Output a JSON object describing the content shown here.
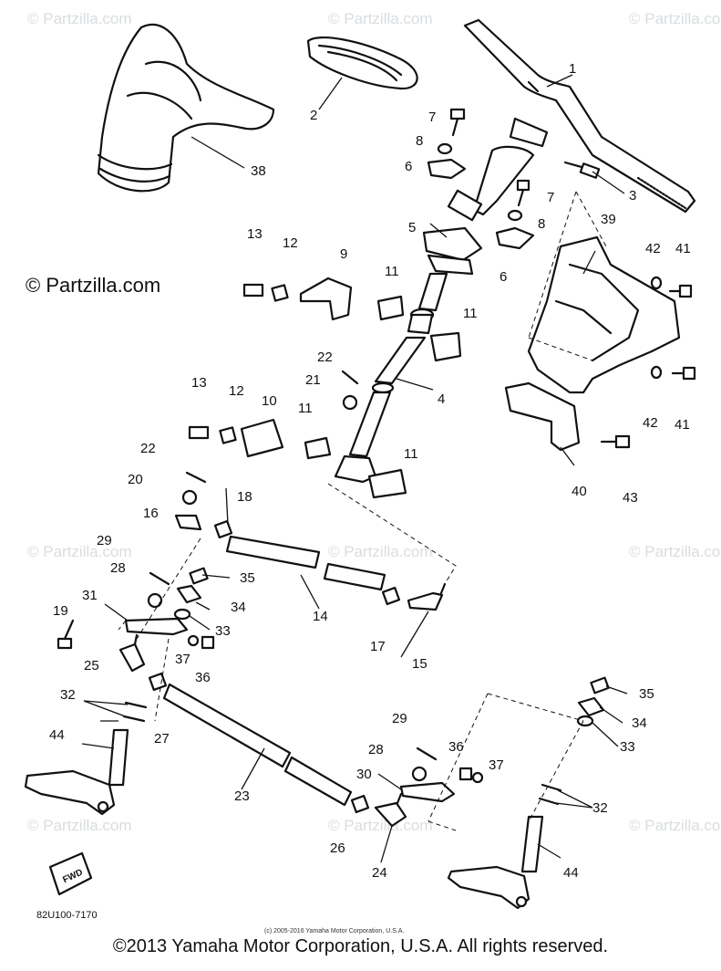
{
  "watermark_text": "© Partzilla.com",
  "watermark_main": "© Partzilla.com",
  "part_code": "82U100-7170",
  "small_copyright": "(c) 2005-2016 Yamaha Motor Corporation, U.S.A.",
  "fwd_label": "FWD",
  "copyright": "©2013 Yamaha Motor Corporation, U.S.A. All rights reserved.",
  "callouts": {
    "c1": "1",
    "c2": "2",
    "c3": "3",
    "c4": "4",
    "c5": "5",
    "c6a": "6",
    "c6b": "6",
    "c7a": "7",
    "c7b": "7",
    "c8a": "8",
    "c8b": "8",
    "c9": "9",
    "c10": "10",
    "c11a": "11",
    "c11b": "11",
    "c11c": "11",
    "c11d": "11",
    "c12a": "12",
    "c12b": "12",
    "c13a": "13",
    "c13b": "13",
    "c14": "14",
    "c15": "15",
    "c16": "16",
    "c17": "17",
    "c18": "18",
    "c19": "19",
    "c20": "20",
    "c21": "21",
    "c22a": "22",
    "c22b": "22",
    "c23": "23",
    "c24": "24",
    "c25": "25",
    "c26": "26",
    "c27": "27",
    "c28a": "28",
    "c28b": "28",
    "c29a": "29",
    "c29b": "29",
    "c30": "30",
    "c31": "31",
    "c32a": "32",
    "c32b": "32",
    "c33a": "33",
    "c33b": "33",
    "c34a": "34",
    "c34b": "34",
    "c35a": "35",
    "c35b": "35",
    "c36a": "36",
    "c36b": "36",
    "c37a": "37",
    "c37b": "37",
    "c38": "38",
    "c39": "39",
    "c40": "40",
    "c41a": "41",
    "c41b": "41",
    "c42a": "42",
    "c42b": "42",
    "c43": "43",
    "c44a": "44",
    "c44b": "44"
  }
}
